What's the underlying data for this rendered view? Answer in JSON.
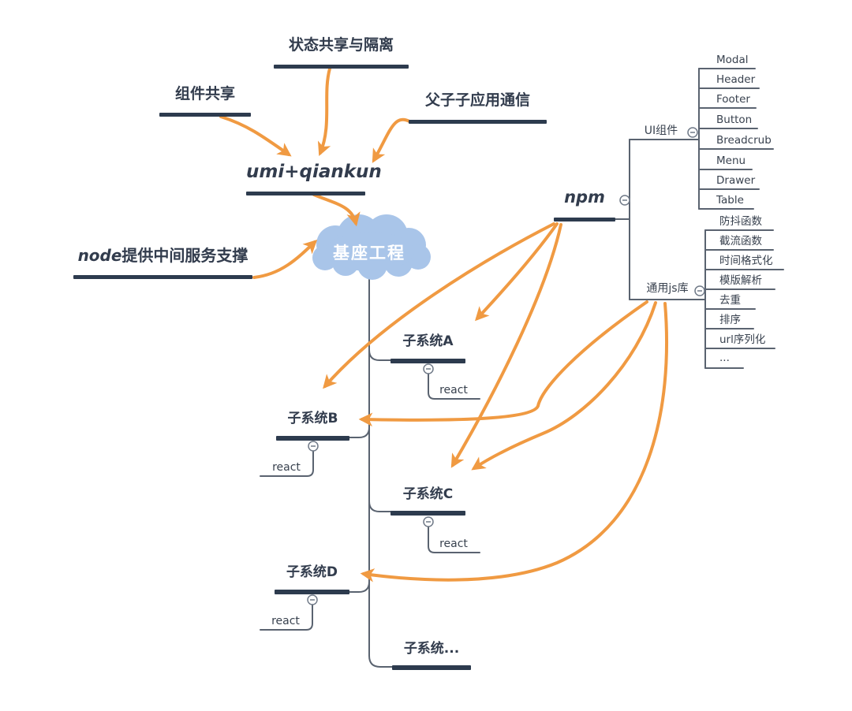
{
  "palette": {
    "accent_orange": "#F09A42",
    "bar_navy": "#2D3B4E",
    "line_gray": "#5A6370",
    "cloud_fill": "#A9C5E9",
    "cloud_text": "#FFFFFF",
    "label_text": "#323C4D"
  },
  "nodes": {
    "state_sharing": "状态共享与隔离",
    "component_sharing": "组件共享",
    "parent_child_comm": "父子子应用通信",
    "umi_qiankun": "umi+qiankun",
    "node_support_prefix": "node",
    "node_support_suffix": "提供中间服务支撑",
    "base_project": "基座工程",
    "npm": "npm",
    "ui_components": "UI组件",
    "js_lib": "通用js库",
    "subsystem_a": "子系统A",
    "subsystem_b": "子系统B",
    "subsystem_c": "子系统C",
    "subsystem_d": "子系统D",
    "subsystem_more": "子系统...",
    "react": "react"
  },
  "ui_component_items": [
    "Modal",
    "Header",
    "Footer",
    "Button",
    "Breadcrub",
    "Menu",
    "Drawer",
    "Table"
  ],
  "js_lib_items": [
    "防抖函数",
    "截流函数",
    "时间格式化",
    "模版解析",
    "去重",
    "排序",
    "url序列化",
    "..."
  ]
}
